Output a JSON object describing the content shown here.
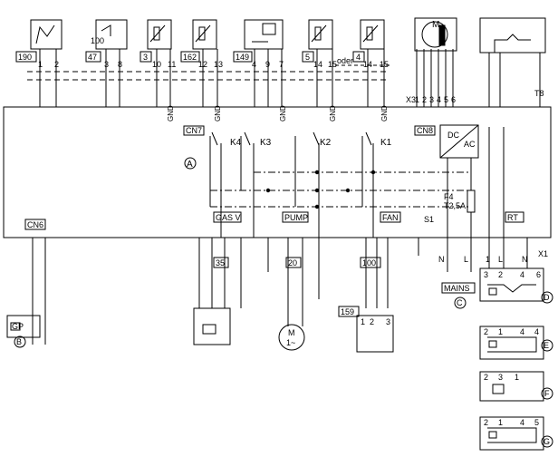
{
  "sensors": [
    {
      "id": "190",
      "pins": [
        "1",
        "2"
      ]
    },
    {
      "id": "47",
      "inner": "100",
      "pins": [
        "3",
        "8"
      ]
    },
    {
      "id": "3",
      "pins": [
        "10",
        "11"
      ]
    },
    {
      "id": "162",
      "pins": [
        "12",
        "13"
      ]
    },
    {
      "id": "149",
      "pins": [
        "4",
        "9",
        "7"
      ]
    },
    {
      "id": "5",
      "pins": [
        "14",
        "15"
      ]
    },
    {
      "id": "4",
      "pins": [
        "14",
        "15"
      ]
    }
  ],
  "oder": "oder",
  "gnd": "GND",
  "fan_connector": {
    "label": "X3",
    "pins": [
      "1",
      "2",
      "3",
      "4",
      "5",
      "6"
    ],
    "motor": "M"
  },
  "t8": "T8",
  "board": {
    "label": "A"
  },
  "relays": [
    "K4",
    "K3",
    "K2",
    "K1"
  ],
  "cn7": "CN7",
  "cn8": "CN8",
  "cn6": "CN6",
  "psu": {
    "dc": "DC",
    "ac": "AC"
  },
  "fuse": {
    "name": "F4",
    "rating": "T2,5A"
  },
  "switch": "S1",
  "outputs": {
    "gas": "GAS V",
    "pump": "PUMP",
    "fan": "FAN",
    "rt": "RT"
  },
  "terminals": {
    "gas": "35",
    "pump": "20",
    "fan": "100",
    "aux": "159"
  },
  "pump_motor": {
    "m": "M",
    "phase": "1~"
  },
  "mains": {
    "label": "MAINS",
    "n": "N",
    "l": "L",
    "x1": "X1",
    "one": "1",
    "l2": "L",
    "n2": "N"
  },
  "circles": [
    "B",
    "C",
    "D",
    "E",
    "F",
    "G"
  ],
  "gp": "GP",
  "aux_pins": [
    "1",
    "2",
    "3"
  ],
  "rt_variants": [
    {
      "id": "D",
      "pins": [
        "3",
        "2",
        "4",
        "6"
      ]
    },
    {
      "id": "E",
      "pins": [
        "2",
        "1",
        "4",
        "4"
      ]
    },
    {
      "id": "F",
      "pins": [
        "2",
        "3",
        "1"
      ]
    },
    {
      "id": "G",
      "pins": [
        "2",
        "1",
        "4",
        "5"
      ]
    }
  ]
}
